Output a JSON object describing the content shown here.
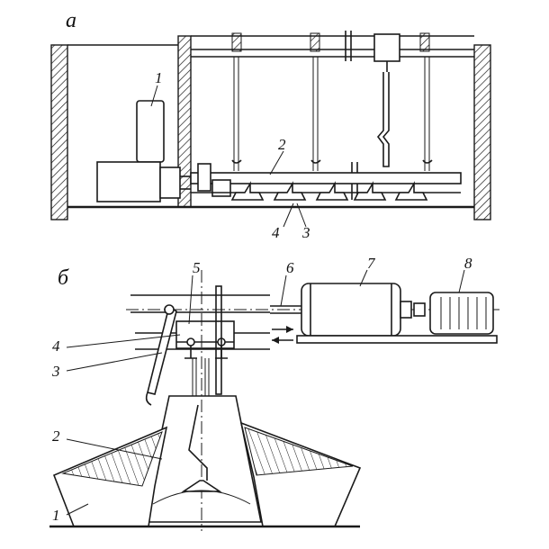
{
  "panels": {
    "a": {
      "title": "а",
      "labels": [
        "1",
        "2",
        "4",
        "3"
      ]
    },
    "b": {
      "title": "б",
      "labels": [
        "5",
        "6",
        "7",
        "8",
        "4",
        "3",
        "2",
        "1"
      ]
    }
  }
}
